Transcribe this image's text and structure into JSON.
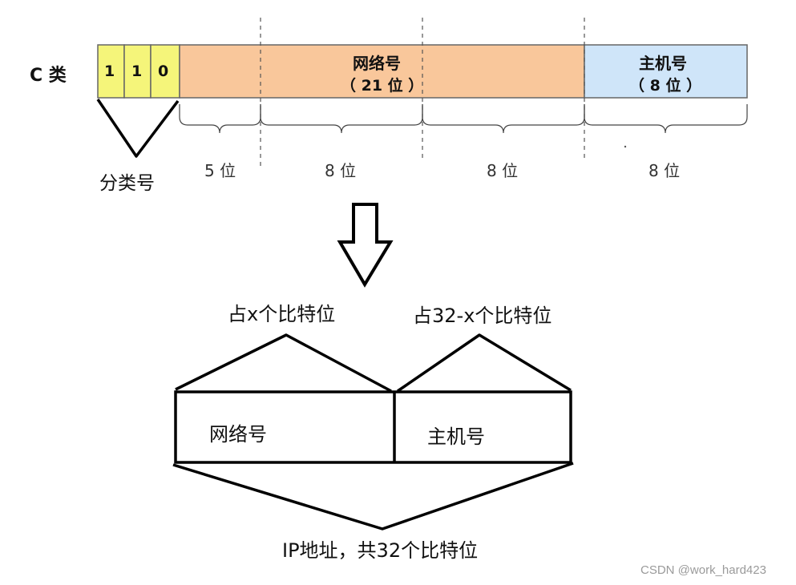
{
  "top_diagram": {
    "class_label": "C 类",
    "class_bits": [
      "1",
      "1",
      "0"
    ],
    "class_bits_label": "分类号",
    "network_field": {
      "title": "网络号",
      "subtitle": "（ 21 位 ）"
    },
    "host_field": {
      "title": "主机号",
      "subtitle": "（ 8 位 ）"
    },
    "segment_labels": [
      "5 位",
      "8 位",
      "8 位",
      "8 位"
    ]
  },
  "arrow": {
    "icon": "down-arrow-icon"
  },
  "bottom_diagram": {
    "network_box_label": "网络号",
    "host_box_label": "主机号",
    "network_bits_label": "占x个比特位",
    "host_bits_label": "占32-x个比特位",
    "total_label": "IP地址，共32个比特位"
  },
  "watermark": "CSDN @work_hard423",
  "colors": {
    "class_bits_fill": "#f5f57a",
    "network_fill": "#f9c79b",
    "host_fill": "#cfe5f9",
    "outline": "#666666"
  }
}
